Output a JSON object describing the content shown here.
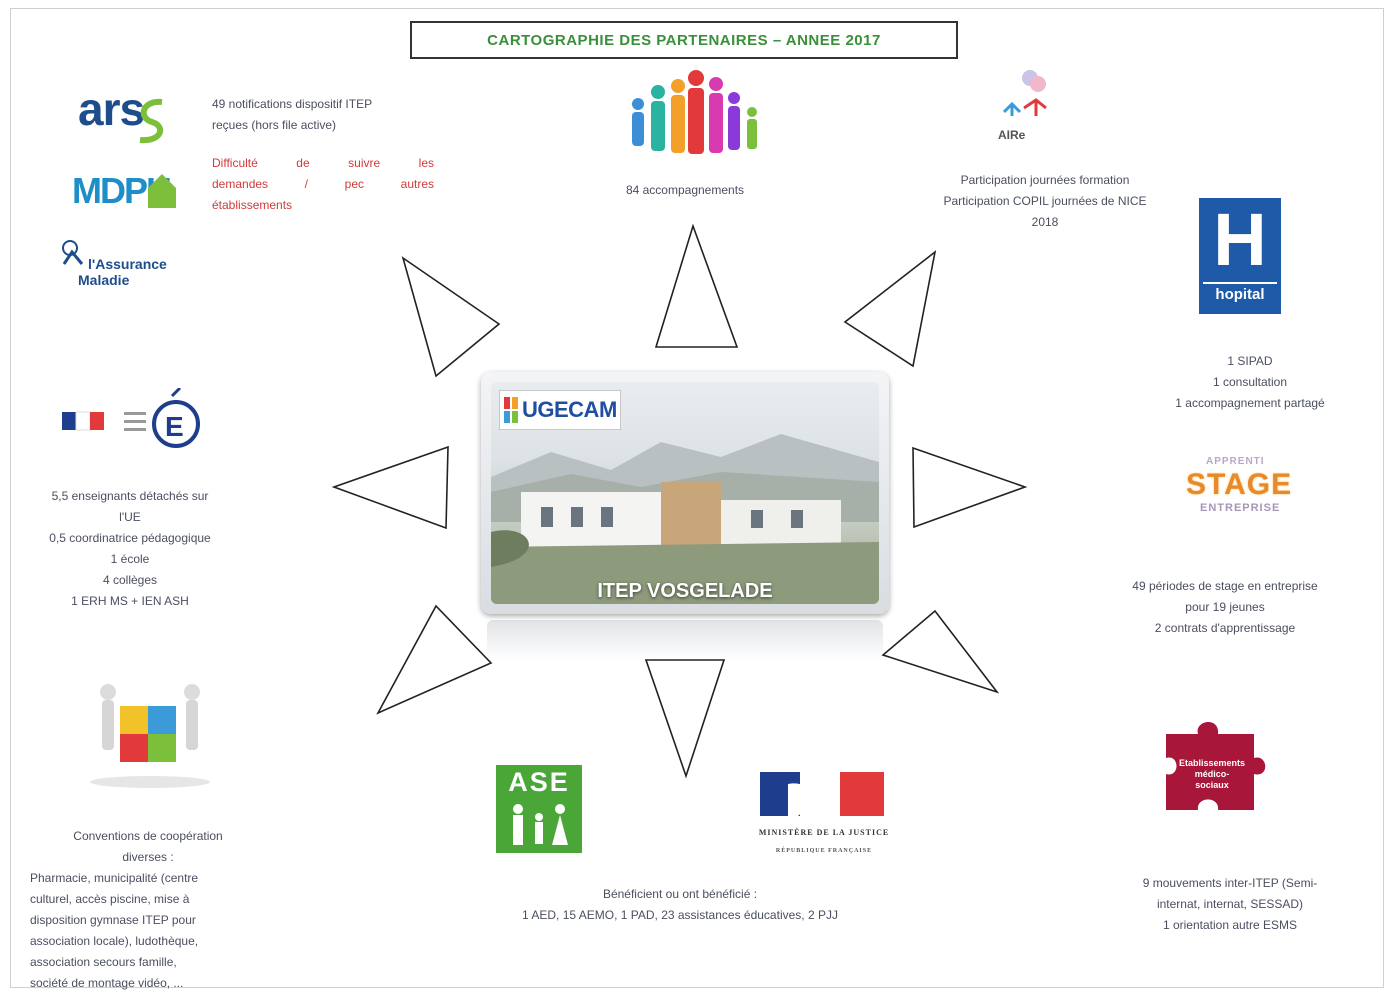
{
  "title": "CARTOGRAPHIE DES PARTENAIRES – ANNEE 2017",
  "center": {
    "label": "ITEP VOSGELADE",
    "logo": "UGECAM"
  },
  "top_left": {
    "logos": {
      "ars": "ars",
      "mdph": "MDPH",
      "assurance_1": "l'Assurance",
      "assurance_2": "Maladie"
    },
    "note_line1": "49 notifications dispositif ITEP",
    "note_line2": "reçues (hors file active)",
    "difficulty_line1": "Difficulté de suivre les",
    "difficulty_line2": "demandes / pec autres",
    "difficulty_line3": "établissements"
  },
  "top_center": {
    "text": "84 accompagnements"
  },
  "top_right": {
    "logo": "AIRe",
    "line1": "Participation journées formation",
    "line2": "Participation COPIL journées de NICE",
    "line3": "2018"
  },
  "right_upper": {
    "logo_letter": "H",
    "logo_word": "hopital",
    "line1": "1 SIPAD",
    "line2": "1 consultation",
    "line3": "1 accompagnement partagé"
  },
  "right_middle": {
    "logo_word": "STAGE",
    "logo_sub1": "APPRENTI",
    "logo_sub2": "ENTREPRISE",
    "line1": "49 périodes de stage en entreprise",
    "line2": "pour 19 jeunes",
    "line3": "2 contrats d'apprentissage"
  },
  "right_lower": {
    "logo_line1": "Etablissements",
    "logo_line2": "médico-sociaux",
    "line1": "9 mouvements inter-ITEP (Semi-",
    "line2": "internat, internat, SESSAD)",
    "line3": "1 orientation autre ESMS"
  },
  "left_middle": {
    "line1": "5,5 enseignants détachés sur",
    "line2": "l'UE",
    "line3": "0,5 coordinatrice pédagogique",
    "line4": "1 école",
    "line5": "4 collèges",
    "line6": "1 ERH MS + IEN ASH"
  },
  "left_lower": {
    "line1": "Conventions de coopération",
    "line2": "diverses :",
    "line3": "Pharmacie, municipalité (centre",
    "line4": "culturel, accès piscine, mise à",
    "line5": "disposition gymnase ITEP pour",
    "line6": "association locale), ludothèque,",
    "line7": "association secours famille,",
    "line8": "société de montage vidéo, ..."
  },
  "bottom": {
    "ase_logo": "ASE",
    "justice_logo_1": "MINISTÈRE DE LA JUSTICE",
    "justice_logo_2": "RÉPUBLIQUE FRANÇAISE",
    "line1": "Bénéficient ou ont bénéficié :",
    "line2": "1 AED, 15 AEMO, 1 PAD, 23 assistances éducatives, 2 PJJ"
  },
  "colors": {
    "title_green": "#3a8f3a",
    "text_grey": "#4a4f60",
    "red_note": "#d03a3a",
    "hospital_blue": "#1e5aa8",
    "ase_green": "#4aa637",
    "puzzle_red": "#a8173a"
  }
}
